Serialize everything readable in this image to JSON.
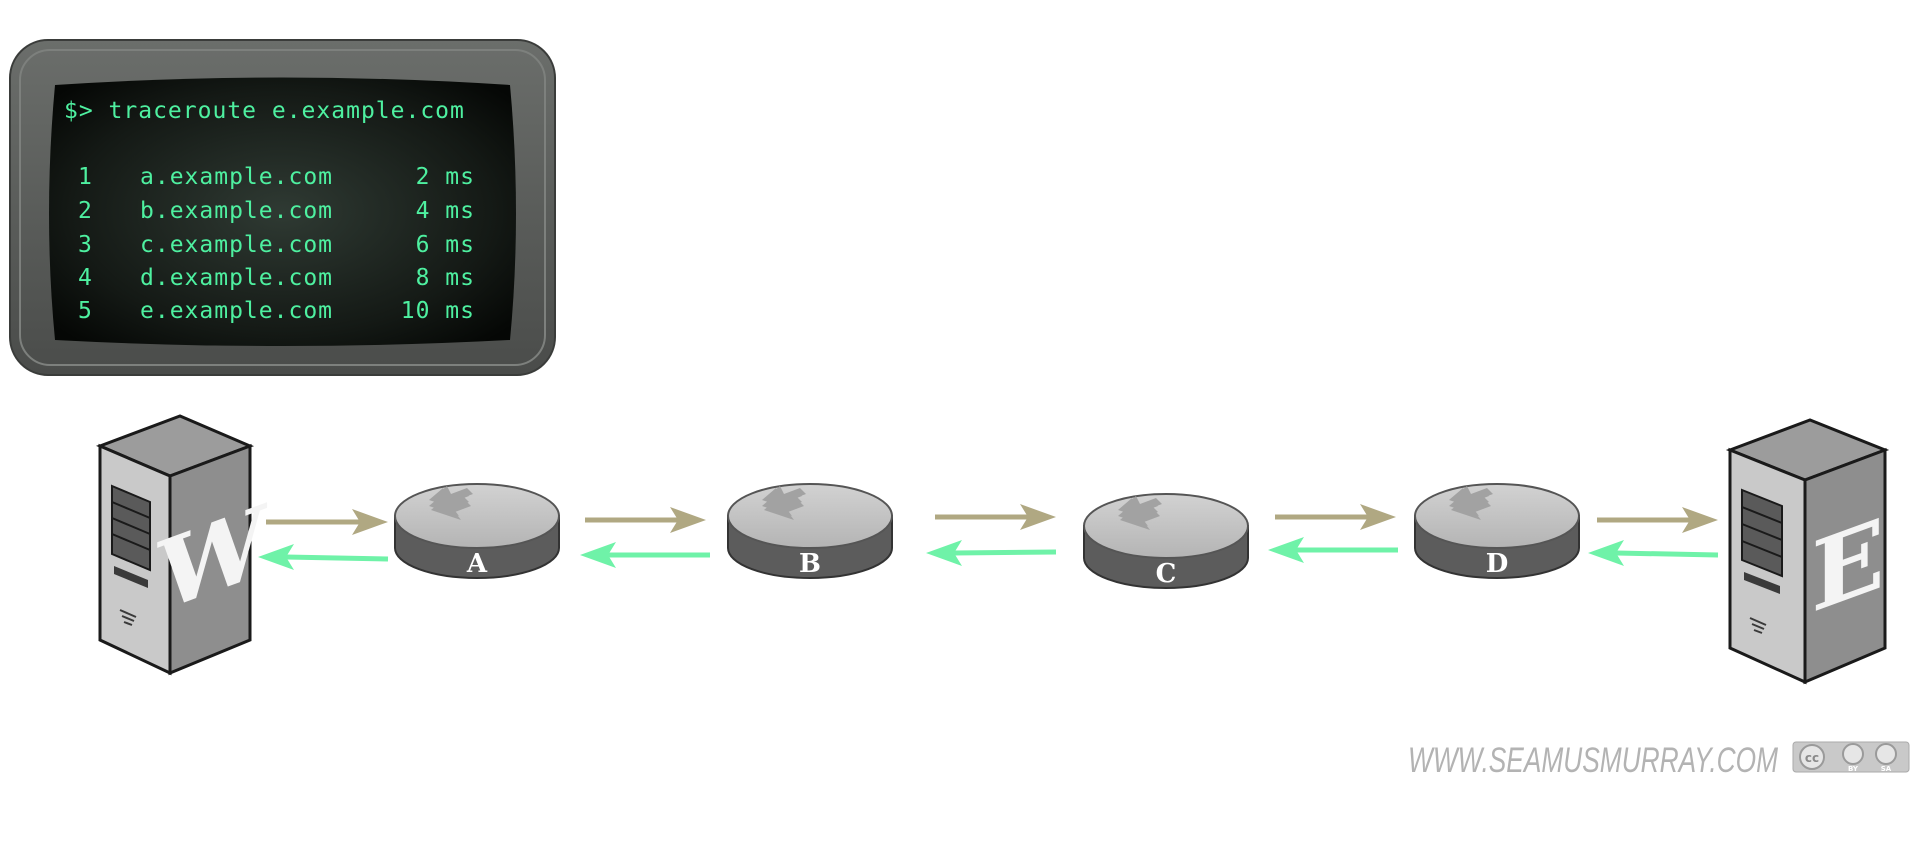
{
  "terminal": {
    "command": "$> traceroute e.example.com",
    "hops": [
      {
        "num": "1",
        "host": "a.example.com",
        "time": "2 ms"
      },
      {
        "num": "2",
        "host": "b.example.com",
        "time": "4 ms"
      },
      {
        "num": "3",
        "host": "c.example.com",
        "time": "6 ms"
      },
      {
        "num": "4",
        "host": "d.example.com",
        "time": "8 ms"
      },
      {
        "num": "5",
        "host": "e.example.com",
        "time": "10 ms"
      }
    ]
  },
  "servers": {
    "source_letter": "W",
    "destination_letter": "E"
  },
  "routers": [
    {
      "label": "A"
    },
    {
      "label": "B"
    },
    {
      "label": "C"
    },
    {
      "label": "D"
    }
  ],
  "watermark": {
    "text": "WWW.SEAMUSMURRAY.COM",
    "license_cc": "cc",
    "license_by": "BY",
    "license_sa": "SA"
  },
  "colors": {
    "forward_arrow": "#b0a882",
    "return_arrow": "#6ff2a8",
    "terminal_text": "#4ef0a0",
    "terminal_bezel": "#5a5d5a",
    "router_top": "#c4c4c4",
    "router_side": "#5c5c5c",
    "server_body": "#8a8a8a"
  }
}
